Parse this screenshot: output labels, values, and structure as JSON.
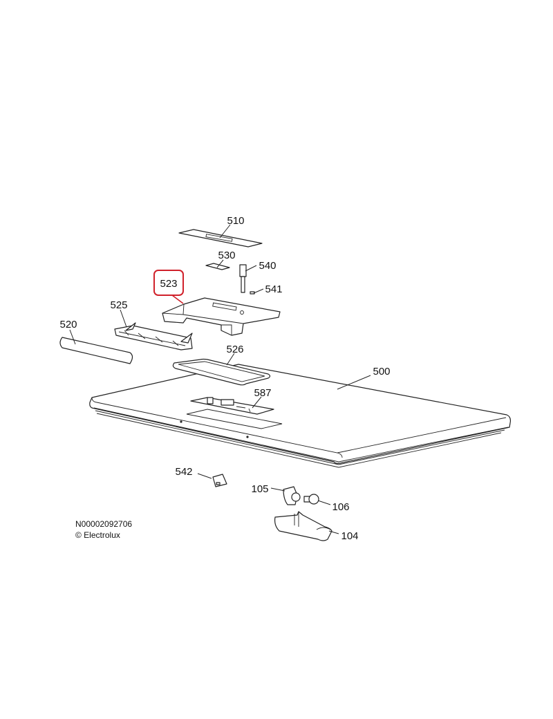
{
  "diagram": {
    "highlight_color": "#d0202a",
    "highlighted_part": "523",
    "labels": {
      "p510": "510",
      "p530": "530",
      "p540": "540",
      "p523": "523",
      "p541": "541",
      "p525": "525",
      "p520": "520",
      "p526": "526",
      "p500": "500",
      "p587": "587",
      "p542": "542",
      "p105": "105",
      "p106": "106",
      "p104": "104"
    }
  },
  "footer": {
    "drawing_number": "N00002092706",
    "copyright": "© Electrolux"
  }
}
